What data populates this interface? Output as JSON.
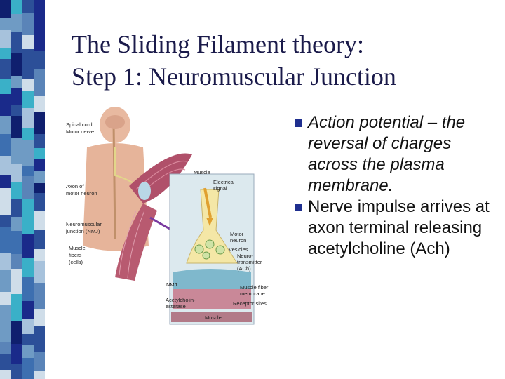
{
  "slide": {
    "title_line1": "The Sliding Filament theory:",
    "title_line2": "Step 1:  Neuromuscular Junction"
  },
  "bullets": [
    {
      "text": "Action potential – the reversal of charges across the plasma membrane.",
      "style": "italic",
      "marker": "square-bullet-icon"
    },
    {
      "text": "Nerve impulse arrives at axon terminal releasing acetylcholine (Ach)",
      "style": "normal",
      "marker": "square-bullet-icon"
    }
  ],
  "figure": {
    "labels": {
      "spinal_cord": "Spinal cord",
      "motor_nerve": "Motor nerve",
      "muscle_top": "Muscle",
      "axon": "Axon of",
      "axon2": "motor neuron",
      "nmj": "Neuromuscular",
      "nmj2": "junction (NMJ)",
      "fibers": "Muscle",
      "fibers2": "fibers",
      "fibers3": "(cells)",
      "electrical": "Electrical",
      "electrical2": "signal",
      "motor_neuron": "Motor",
      "motor_neuron2": "neuron",
      "vesicles": "Vesicles",
      "neuro": "Neuro-",
      "neuro2": "transmitter",
      "neuro3": "(ACh)",
      "nmj_inset": "NMJ",
      "muscle_fiber": "Muscle fiber",
      "muscle_fiber2": "membrane",
      "ache": "Acetylcholin-",
      "ache2": "esterase",
      "receptor": "Receptor sites",
      "muscle_bottom": "Muscle"
    }
  },
  "colors": {
    "title": "#1a1a4a",
    "bullet_marker": "#1f2f8f",
    "stripe_palette": [
      "#1a2a8a",
      "#3d6fb0",
      "#6f9bc4",
      "#2c4f98",
      "#a7c2dc",
      "#0f1f6e",
      "#5a84b8",
      "#3ab0c8",
      "#cfdde9"
    ]
  }
}
